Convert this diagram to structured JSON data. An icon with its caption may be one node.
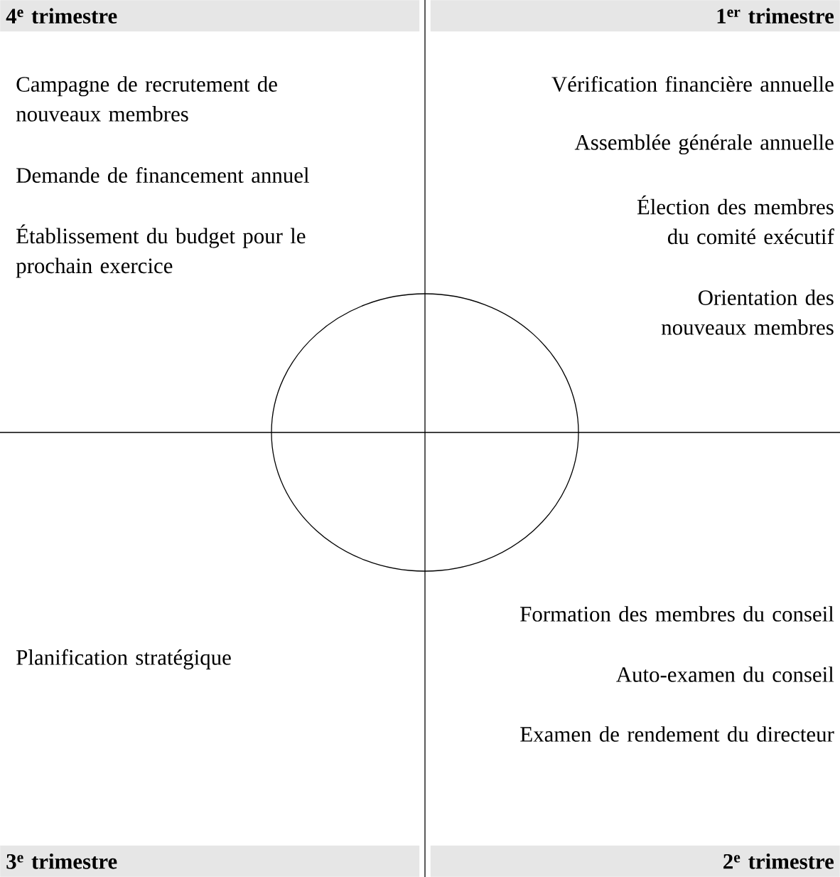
{
  "diagram": {
    "nodes": [
      {
        "text": [
          "4$^{e}$ trimestre"
        ]
      },
      {
        "text": [
          "1$^{er}$ trimestre"
        ]
      },
      {
        "text": [],
        "shape": "circle"
      },
      {
        "text": [
          "3$^{e}$ trimestre"
        ]
      },
      {
        "text": [
          "2$^{e}$ trimestre"
        ]
      }
    ],
    "labels": [
      "Campagne de recrutement de nouveaux membres",
      "Demande de financement annuel",
      "Établissement du budget pour le prochain exercice",
      "Vérification financière annuelle",
      "Assemblée générale annuelle",
      "Élection des membres du comité exécutif",
      "Orientation des nouveaux membres",
      "Planification stratégique",
      "Formation des membres du conseil",
      "Auto-examen du conseil",
      "Examen de rendement du directeur"
    ]
  }
}
